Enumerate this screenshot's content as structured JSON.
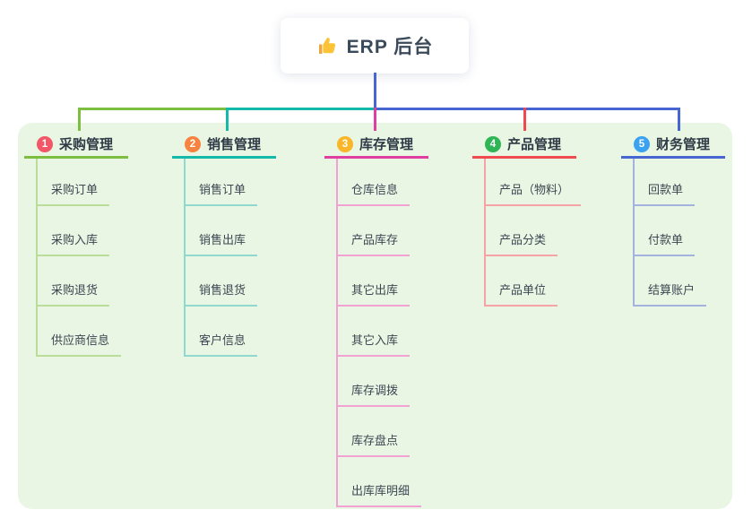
{
  "root": {
    "title": "ERP 后台",
    "icon": "thumbs-up-icon"
  },
  "canvas": {
    "page_bg": "#ffffff",
    "panel_bg": "#e9f6e4",
    "trunk_color": "#4766d1",
    "root_text_color": "#3b4a5a",
    "branch_title_color": "#2e3a45",
    "child_text_color": "#3c4752"
  },
  "branches": [
    {
      "num": "1",
      "title": "采购管理",
      "badge_color": "#f25667",
      "line_color": "#7cbe3f",
      "child_line_color": "#bade9a",
      "children": [
        "采购订单",
        "采购入库",
        "采购退货",
        "供应商信息"
      ]
    },
    {
      "num": "2",
      "title": "销售管理",
      "badge_color": "#f6833f",
      "line_color": "#13b9a9",
      "child_line_color": "#8fd9cf",
      "children": [
        "销售订单",
        "销售出库",
        "销售退货",
        "客户信息"
      ]
    },
    {
      "num": "3",
      "title": "库存管理",
      "badge_color": "#f9b628",
      "line_color": "#df3fa0",
      "child_line_color": "#f2a2d2",
      "children": [
        "仓库信息",
        "产品库存",
        "其它出库",
        "其它入库",
        "库存调拨",
        "库存盘点",
        "出库库明细"
      ]
    },
    {
      "num": "4",
      "title": "产品管理",
      "badge_color": "#2fb556",
      "line_color": "#f04a4e",
      "child_line_color": "#f5a3a5",
      "children": [
        "产品（物料）",
        "产品分类",
        "产品单位"
      ]
    },
    {
      "num": "5",
      "title": "财务管理",
      "badge_color": "#3aa2f0",
      "line_color": "#4766d1",
      "child_line_color": "#a3b2de",
      "children": [
        "回款单",
        "付款单",
        "结算账户"
      ]
    }
  ]
}
